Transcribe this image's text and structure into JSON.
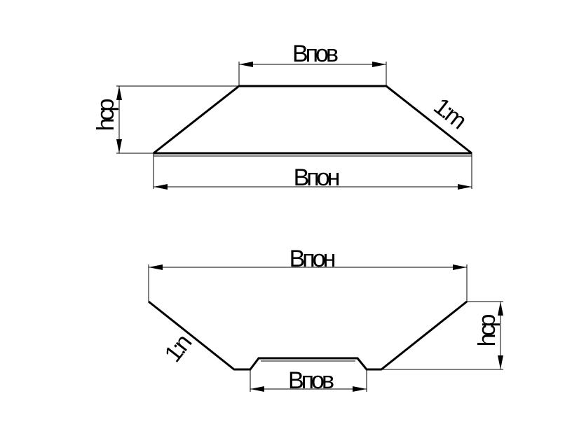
{
  "colors": {
    "line": "#000000",
    "background": "#ffffff"
  },
  "top_figure": {
    "top_width_label": "Bпов",
    "bottom_width_label": "Bпон",
    "height_label": "hср",
    "slope_label": "1:m"
  },
  "bottom_figure": {
    "top_width_label": "Bпон",
    "bottom_width_label": "Bпов",
    "height_label": "hср",
    "slope_label": "1:n"
  }
}
